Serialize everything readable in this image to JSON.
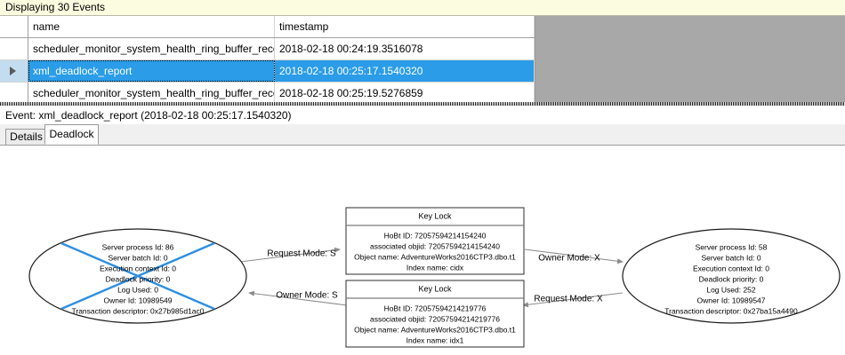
{
  "banner": {
    "text": "Displaying 30 Events"
  },
  "grid": {
    "columns": [
      "name",
      "timestamp"
    ],
    "rows": [
      {
        "selected": false,
        "name": "scheduler_monitor_system_health_ring_buffer_recorded",
        "timestamp": "2018-02-18 00:24:19.3516078"
      },
      {
        "selected": true,
        "name": "xml_deadlock_report",
        "timestamp": "2018-02-18 00:25:17.1540320"
      },
      {
        "selected": false,
        "name": "scheduler_monitor_system_health_ring_buffer_recorded",
        "timestamp": "2018-02-18 00:25:19.5276859"
      }
    ]
  },
  "event_caption": "Event: xml_deadlock_report (2018-02-18 00:25:17.1540320)",
  "tabs": [
    {
      "label": "Details",
      "active": false
    },
    {
      "label": "Deadlock",
      "active": true
    }
  ],
  "deadlock": {
    "victim_color": "#2e8fe0",
    "processes": [
      {
        "id": "process-left",
        "is_victim": true,
        "lines": [
          "Server process Id: 86",
          "Server batch Id: 0",
          "Execution context Id: 0",
          "Deadlock priority: 0",
          "Log Used: 0",
          "Owner Id: 10989549",
          "Transaction descriptor: 0x27b985d1ac0"
        ]
      },
      {
        "id": "process-right",
        "is_victim": false,
        "lines": [
          "Server process Id: 58",
          "Server batch Id: 0",
          "Execution context Id: 0",
          "Deadlock priority: 0",
          "Log Used: 252",
          "Owner Id: 10989547",
          "Transaction descriptor: 0x27ba15a4490"
        ]
      }
    ],
    "resources": [
      {
        "id": "keylock-top",
        "title": "Key Lock",
        "lines": [
          "HoBt ID: 72057594214154240",
          "associated objid: 72057594214154240",
          "Object name: AdventureWorks2016CTP3.dbo.t1",
          "Index name: cidx"
        ]
      },
      {
        "id": "keylock-bottom",
        "title": "Key Lock",
        "lines": [
          "HoBt ID: 72057594214219776",
          "associated objid: 72057594214219776",
          "Object name: AdventureWorks2016CTP3.dbo.t1",
          "Index name: idx1"
        ]
      }
    ],
    "edges": [
      {
        "id": "edge-left-request",
        "label": "Request Mode: S"
      },
      {
        "id": "edge-left-owner",
        "label": "Owner Mode: S"
      },
      {
        "id": "edge-right-owner",
        "label": "Owner Mode: X"
      },
      {
        "id": "edge-right-request",
        "label": "Request Mode: X"
      }
    ]
  }
}
